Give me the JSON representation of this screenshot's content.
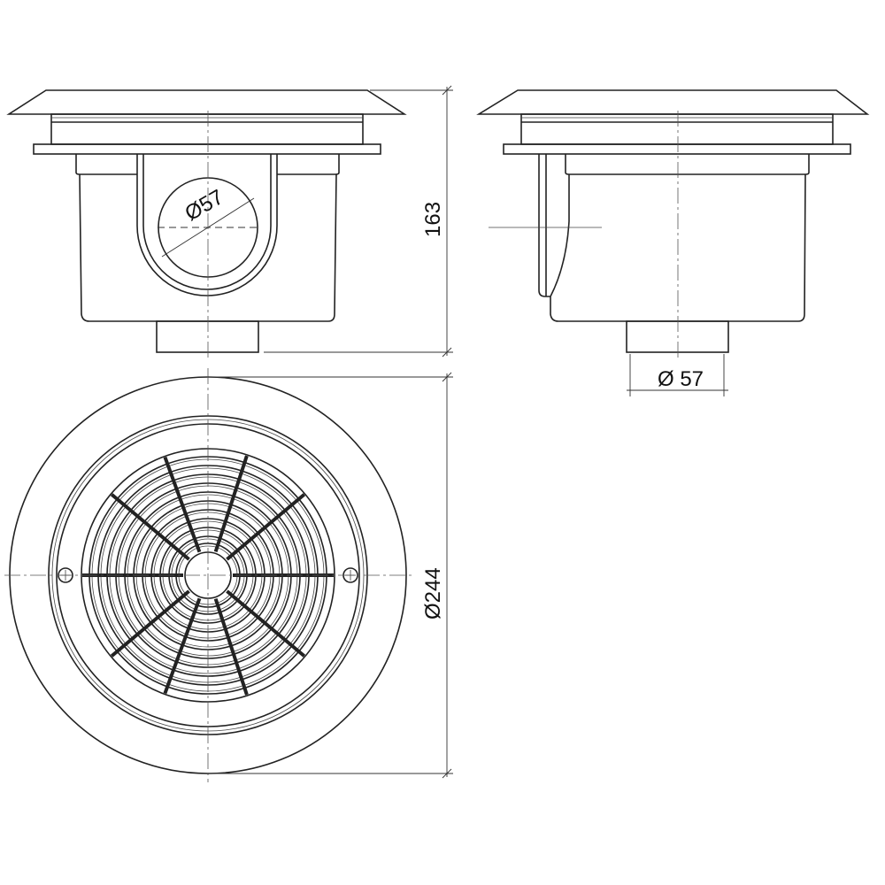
{
  "drawing": {
    "front_view": {
      "pipe_diameter_label": "Ø57"
    },
    "side_view": {
      "outlet_diameter_label": "Ø 57"
    },
    "height_dimension": {
      "label": "163"
    },
    "plan_view": {
      "diameter_label": "Ø244"
    },
    "colors": {
      "line": "#222222",
      "background": "#ffffff"
    }
  }
}
